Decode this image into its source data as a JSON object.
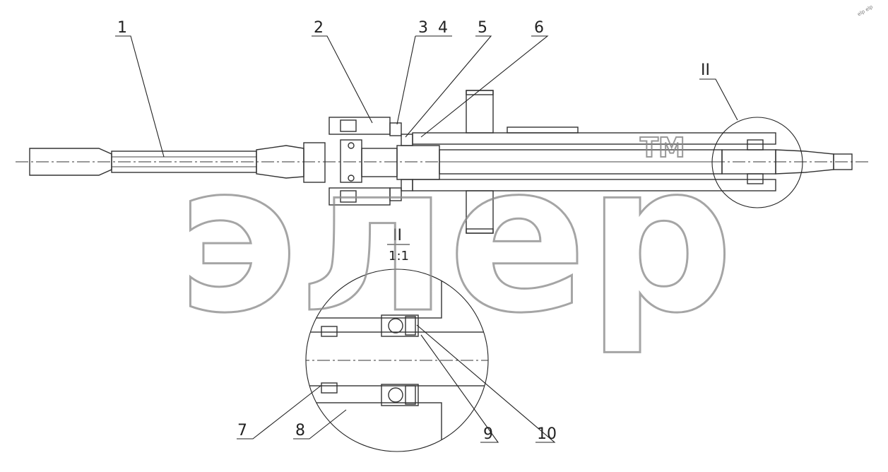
{
  "callouts": [
    "1",
    "2",
    "3",
    "4",
    "5",
    "6",
    "7",
    "8",
    "9",
    "10"
  ],
  "detail": {
    "marker": "II",
    "view_title": "II",
    "scale": "1:1"
  },
  "watermark": {
    "text": "элер",
    "trademark": "TM"
  },
  "corner_mark": "elp elp"
}
